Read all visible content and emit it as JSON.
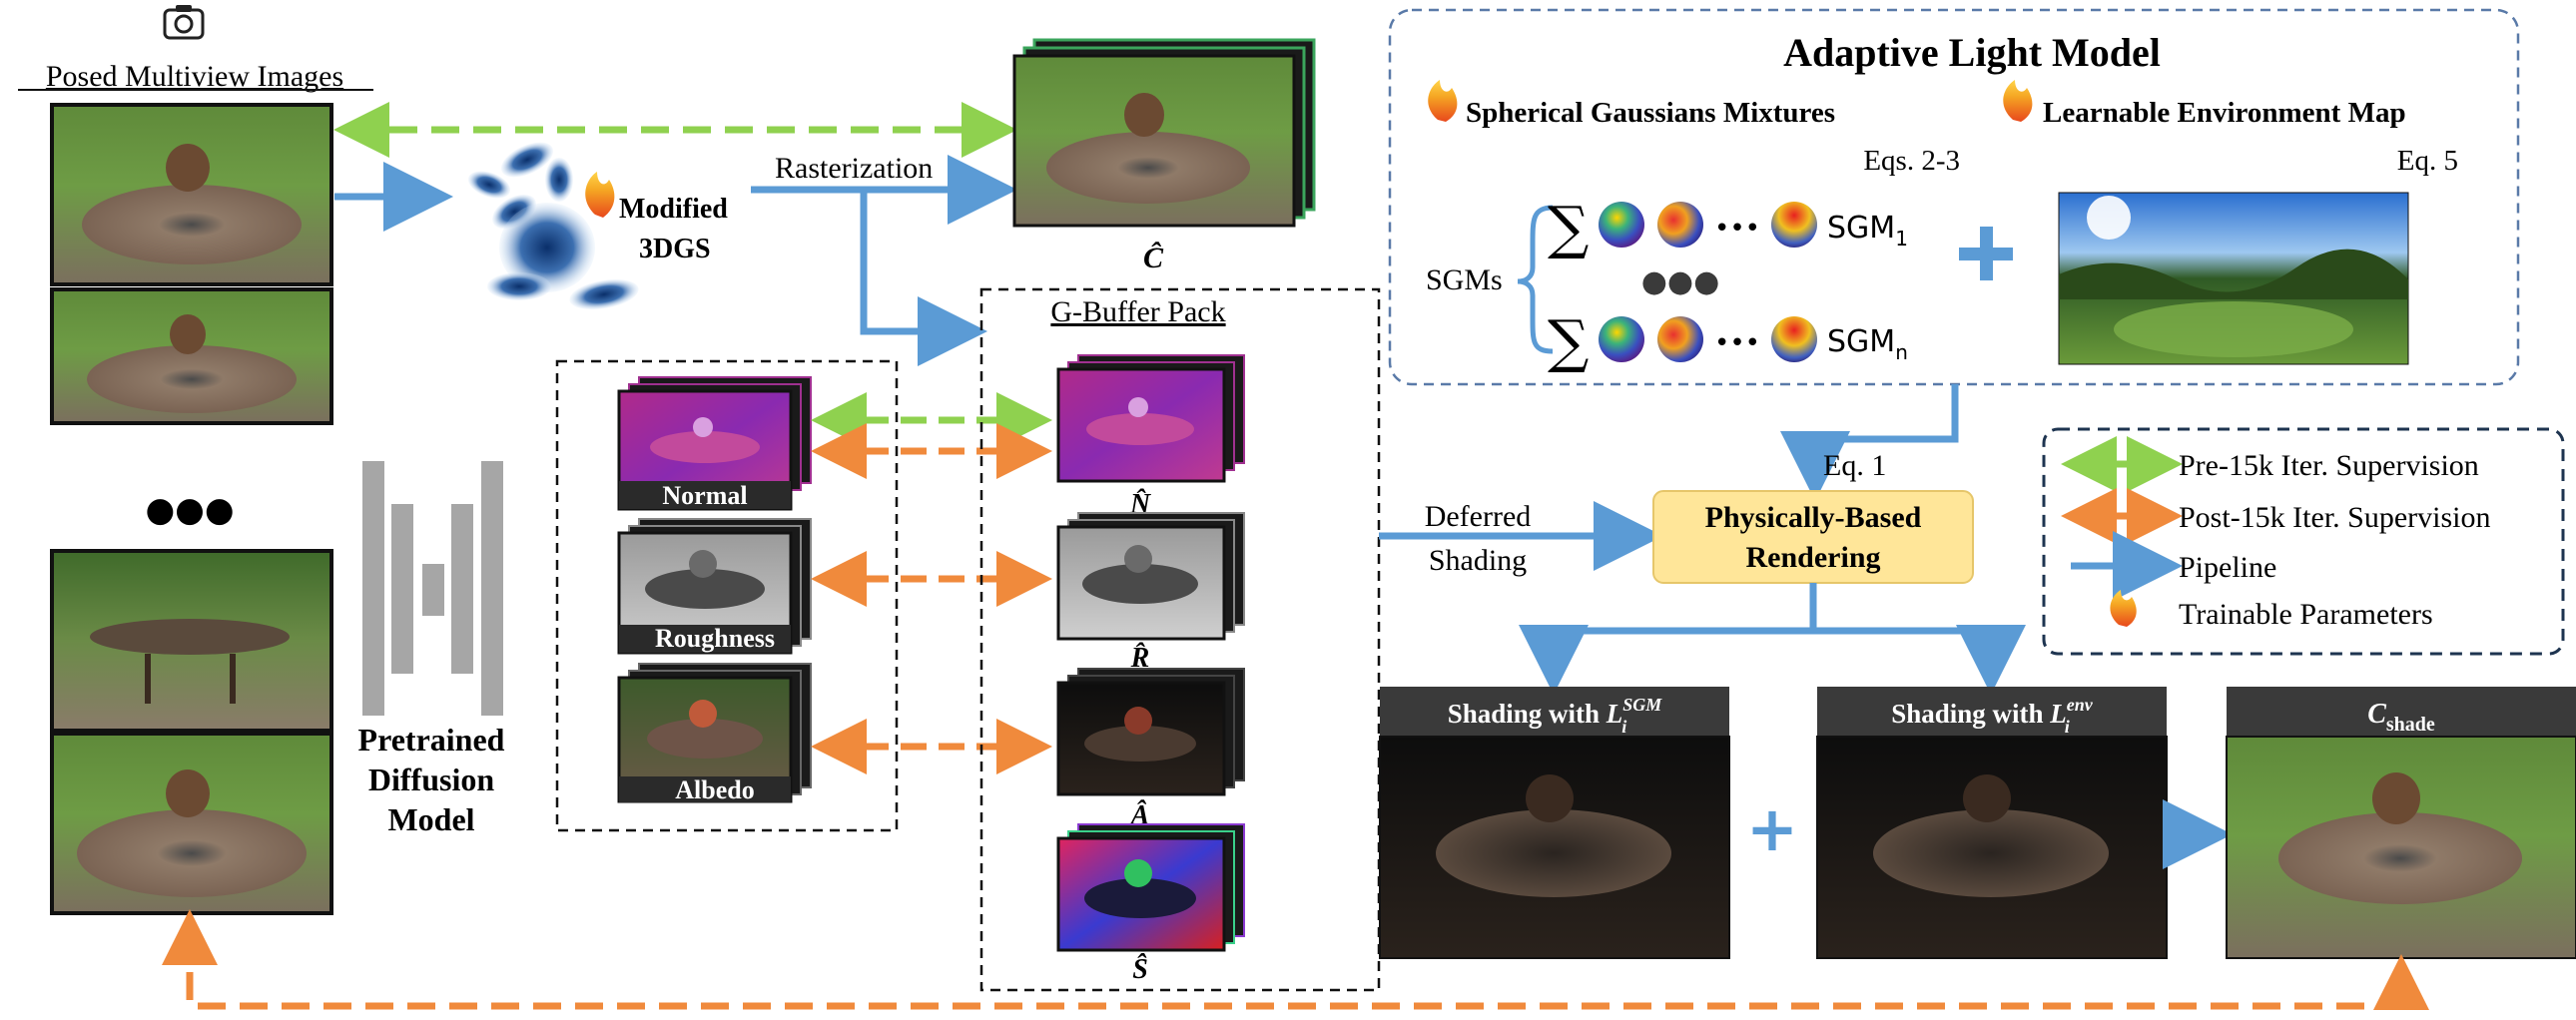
{
  "inputs": {
    "title": "Posed Multiview Images",
    "camera_icon": "camera-icon",
    "ellipsis": "●●●"
  },
  "gaussians": {
    "label_line1": "Modified",
    "label_line2": "3DGS",
    "flame_icon": "flame-icon"
  },
  "rasterization_label": "Rasterization",
  "c_hat_label": "Ĉ",
  "diffusion": {
    "line1": "Pretrained",
    "line2": "Diffusion",
    "line3": "Model"
  },
  "priors": {
    "normal": "Normal",
    "roughness": "Roughness",
    "albedo": "Albedo"
  },
  "gbuffer": {
    "title": "G-Buffer Pack",
    "n_hat": "N̂",
    "r_hat": "R̂",
    "a_hat": "Â",
    "s_hat": "Ŝ"
  },
  "light_model": {
    "title": "Adaptive Light Model",
    "sgm_heading": "Spherical Gaussians Mixtures",
    "sgm_eqs": "Eqs. 2-3",
    "env_heading": "Learnable Environment Map",
    "env_eq": "Eq. 5",
    "sgms_label": "SGMs",
    "sum": "∑",
    "dots": "•••",
    "big_dots": "●●●",
    "sgm1": "SGM",
    "sgm1_sub": "1",
    "sgmn": "SGM",
    "sgmn_sub": "n",
    "plus": "+"
  },
  "eq1": "Eq. 1",
  "deferred": {
    "line1": "Deferred",
    "line2": "Shading"
  },
  "pbr": {
    "line1": "Physically-Based",
    "line2": "Rendering"
  },
  "legend": {
    "pre": "Pre-15k Iter. Supervision",
    "post": "Post-15k Iter. Supervision",
    "pipeline": "Pipeline",
    "trainable": "Trainable Parameters"
  },
  "outputs": {
    "sgm_prefix": "Shading with ",
    "sgm_sym": "L",
    "sgm_sub": "i",
    "sgm_sup": "SGM",
    "env_prefix": "Shading with ",
    "env_sym": "L",
    "env_sub": "i",
    "env_sup": "env",
    "shade_sym": "C",
    "shade_sub": "shade",
    "plus": "+"
  },
  "colors": {
    "green": "#8fd14f",
    "orange": "#f08a3c",
    "blue": "#5b9bd5",
    "pbr_fill": "#ffe699",
    "header_bar": "#3a3a3a"
  }
}
